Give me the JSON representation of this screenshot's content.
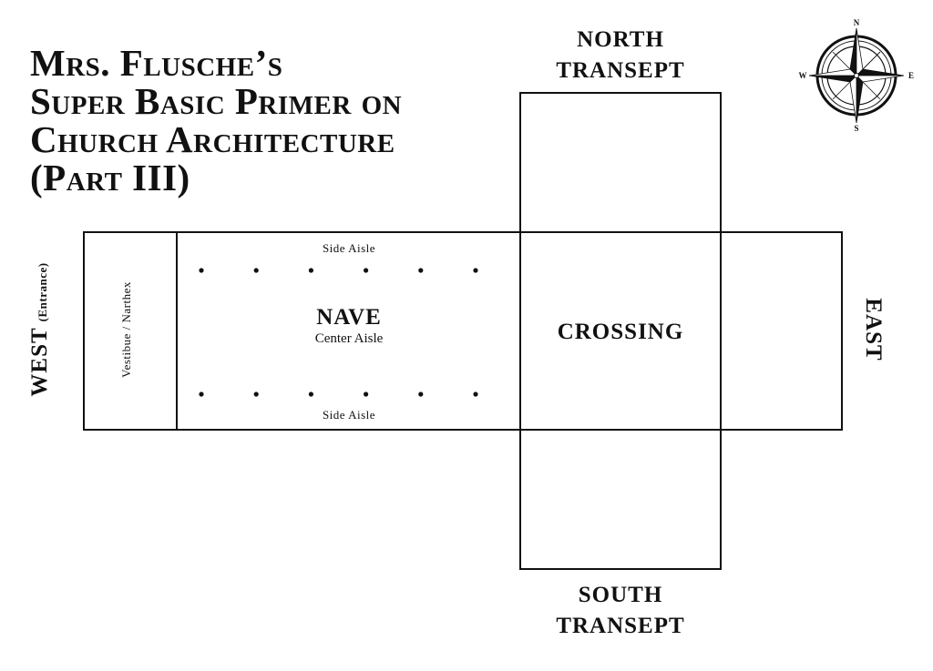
{
  "title": {
    "line1": "Mrs. Flusche’s",
    "line2": "Super Basic Primer on",
    "line3": "Church Architecture",
    "line4": "(Part III)"
  },
  "labels": {
    "north_line1": "NORTH",
    "north_line2": "TRANSEPT",
    "south_line1": "SOUTH",
    "south_line2": "TRANSEPT",
    "west": "WEST",
    "entrance": "(Entrance)",
    "east": "EAST",
    "crossing": "CROSSING",
    "nave": "NAVE",
    "center_aisle": "Center Aisle",
    "side_aisle_top": "Side Aisle",
    "side_aisle_bottom": "Side Aisle",
    "vestibule": "Vestibue / Narthex"
  },
  "compass": {
    "n": "N",
    "s": "S",
    "e": "E",
    "w": "W"
  },
  "columns": {
    "rows": 2,
    "per_row": 6
  }
}
